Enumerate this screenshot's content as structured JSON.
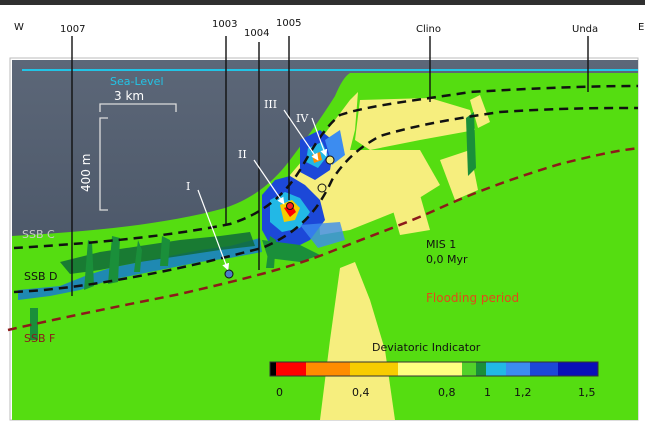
{
  "header": {
    "left": "W",
    "right": "E",
    "wells": [
      "1007",
      "1003",
      "1004",
      "1005",
      "Clino",
      "Unda"
    ]
  },
  "section": {
    "sea_level": "Sea-Level",
    "scale_h": "3 km",
    "scale_v": "400 m",
    "roman": [
      "I",
      "II",
      "III",
      "IV"
    ],
    "boundaries": [
      "SSB C",
      "SSB D",
      "SSB F"
    ],
    "mis": "MIS 1",
    "age": "0,0 Myr",
    "period": "Flooding period"
  },
  "legend": {
    "title": "Deviatoric Indicator",
    "ticks": [
      "0",
      "0,4",
      "0,8",
      "1",
      "1,2",
      "1,5"
    ],
    "colors": [
      "#000000",
      "#ff0000",
      "#ff8c00",
      "#f7cc00",
      "#ffff80",
      "#52d12a",
      "#1a8f3a",
      "#22b8e6",
      "#3c8cf0",
      "#1c48d8",
      "#0a10b8"
    ]
  },
  "colors": {
    "basin": "#465468",
    "sediment": "#55dd11",
    "sea_level": "#22c4e6",
    "ssb_line": "#111111",
    "ssb_f": "#8c1a1a",
    "period_text": "#e04a1a"
  }
}
